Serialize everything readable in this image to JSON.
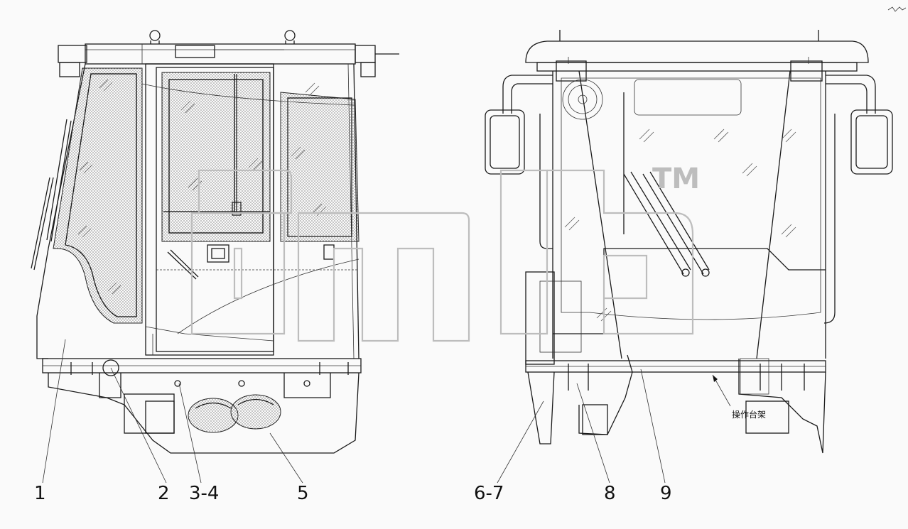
{
  "callouts": {
    "c1": "1",
    "c2": "2",
    "c3": "3-4",
    "c4": "5",
    "c5": "6-7",
    "c6": "8",
    "c7": "9"
  },
  "annotation": "操作台架",
  "watermark": {
    "trademark": "TM",
    "logo_name": "watermark-logo"
  }
}
